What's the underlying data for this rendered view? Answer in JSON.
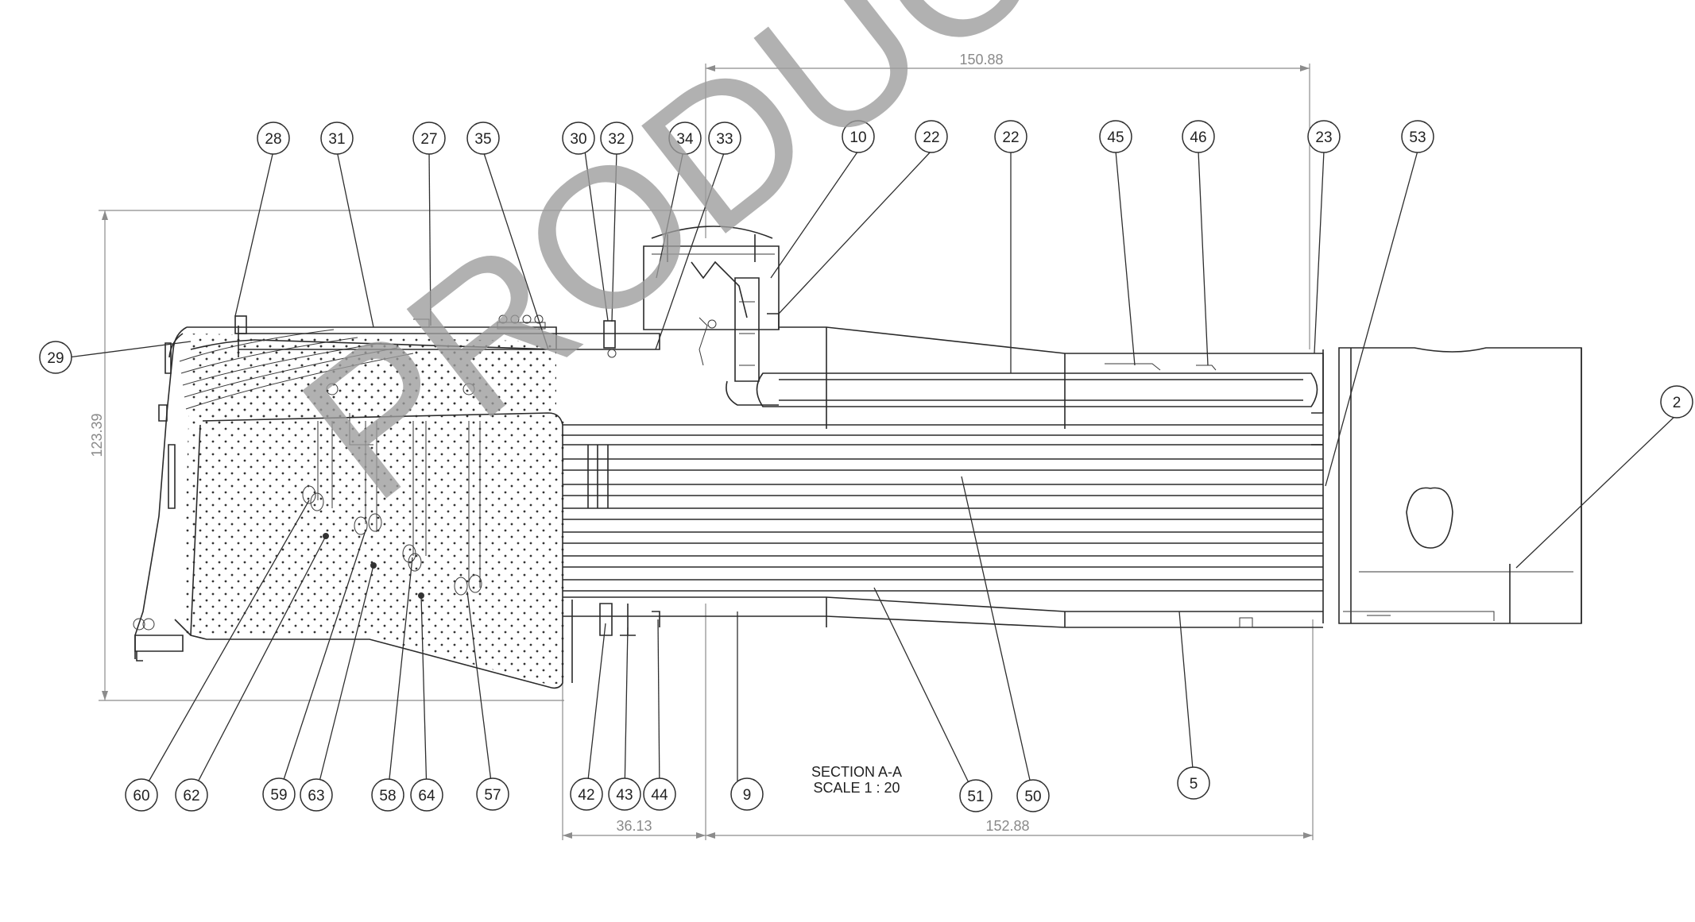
{
  "watermark": "PRODUCT",
  "caption": {
    "line1": "SECTION A-A",
    "line2": "SCALE 1 : 20"
  },
  "dimensions": {
    "top_width": "150.88",
    "left_height": "123.39",
    "bottom_left": "36.13",
    "bottom_right": "152.88"
  },
  "callouts": {
    "top": [
      "28",
      "31",
      "27",
      "35",
      "30",
      "32",
      "34",
      "33",
      "10",
      "22",
      "22",
      "45",
      "46",
      "23",
      "53"
    ],
    "side": [
      "29",
      "2"
    ],
    "bottom": [
      "60",
      "62",
      "59",
      "63",
      "58",
      "64",
      "57",
      "42",
      "43",
      "44",
      "9",
      "51",
      "50",
      "5"
    ]
  },
  "colors": {
    "line": "#2a2a2a",
    "dimension": "#8c8c8c",
    "watermark": "#9c9c9c"
  }
}
